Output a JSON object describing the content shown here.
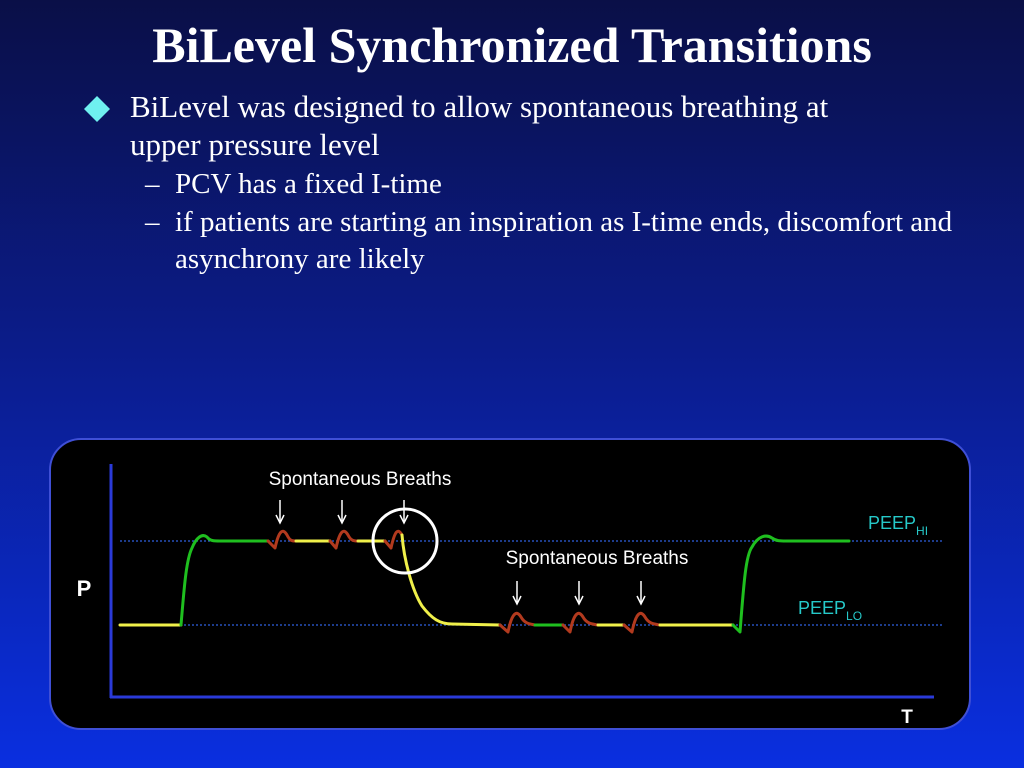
{
  "slide": {
    "title": "BiLevel Synchronized Transitions",
    "bullet_main": "BiLevel was designed to allow spontaneous breathing at upper pressure level",
    "sub_bullets": [
      "PCV has a fixed I-time",
      "if patients are starting an inspiration as I-time ends, discomfort and asynchrony are likely"
    ],
    "dash": "–"
  },
  "diagram": {
    "label_spont_top": "Spontaneous Breaths",
    "label_spont_bottom": "Spontaneous Breaths",
    "peep_hi": "PEEP",
    "peep_hi_sub": "HI",
    "peep_lo": "PEEP",
    "peep_lo_sub": "LO",
    "axis_y": "P",
    "axis_x": "T"
  },
  "colors": {
    "background_top": "#0a0f47",
    "background_bottom": "#0a2fe0",
    "bullet_marker": "#6ff0f0",
    "peep_label": "#26c9c9",
    "waveform_green": "#1fbf1f",
    "waveform_yellow": "#f0f04a",
    "spont_breath": "#b23a1e",
    "axis": "#2a3ad8"
  }
}
